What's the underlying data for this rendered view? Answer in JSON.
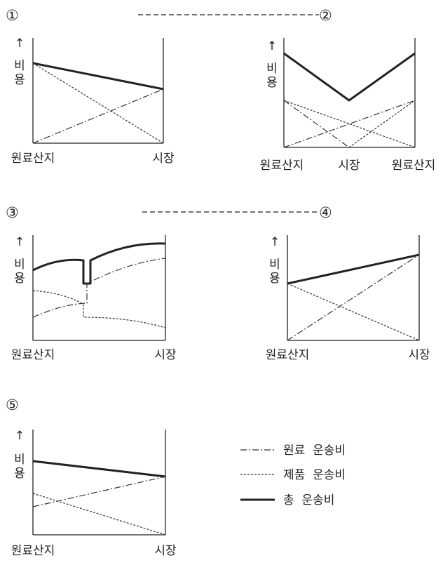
{
  "panels": [
    {
      "number": "①",
      "y_label": [
        "비",
        "용"
      ],
      "x_labels": [
        "원료산지",
        "시장"
      ]
    },
    {
      "number": "②",
      "y_label": [
        "비",
        "용"
      ],
      "x_labels": [
        "원료산지",
        "시장",
        "원료산지"
      ]
    },
    {
      "number": "③",
      "y_label": [
        "비",
        "용"
      ],
      "x_labels": [
        "원료산지",
        "시장"
      ]
    },
    {
      "number": "④",
      "y_label": [
        "비",
        "용"
      ],
      "x_labels": [
        "원료산지",
        "시장"
      ]
    },
    {
      "number": "⑤",
      "y_label": [
        "비",
        "용"
      ],
      "x_labels": [
        "원료산지",
        "시장"
      ]
    }
  ],
  "legend": {
    "raw": "원료  운송비",
    "product": "제품  운송비",
    "total": "총  운송비"
  },
  "arrow_glyph": "↑"
}
